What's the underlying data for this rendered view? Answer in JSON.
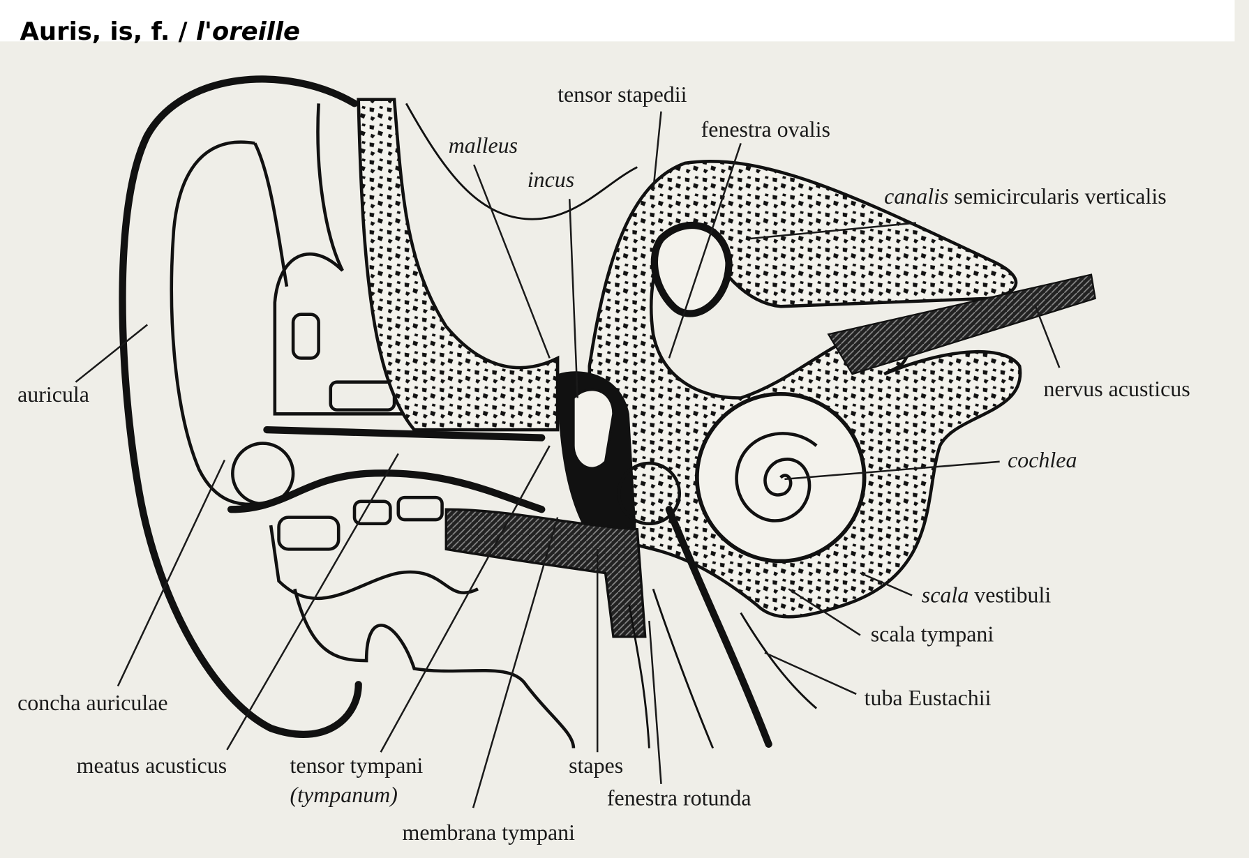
{
  "title": {
    "latin": "Auris, is, f. / ",
    "french": "l'oreille"
  },
  "labels": {
    "tensor_stapedii": "tensor stapedii",
    "fenestra_ovalis": "fenestra ovalis",
    "malleus": "malleus",
    "incus": "incus",
    "canalis_italic": "canalis",
    "canalis_rest": " semicircularis verticalis",
    "auricula": "auricula",
    "nervus_acusticus": "nervus acusticus",
    "cochlea": "cochlea",
    "scala_italic": "scala",
    "scala_vestibuli_rest": " vestibuli",
    "scala_tympani": "scala tympani",
    "tuba_eustachii": "tuba Eustachii",
    "concha_auriculae": "concha auriculae",
    "meatus_acusticus": "meatus acusticus",
    "tensor_tympani": "tensor tympani",
    "tympanum": "(tympanum)",
    "stapes": "stapes",
    "fenestra_rotunda": "fenestra rotunda",
    "membrana_tympani": "membrana tympani"
  },
  "colors": {
    "paper": "#efeee8",
    "ink": "#111111"
  }
}
